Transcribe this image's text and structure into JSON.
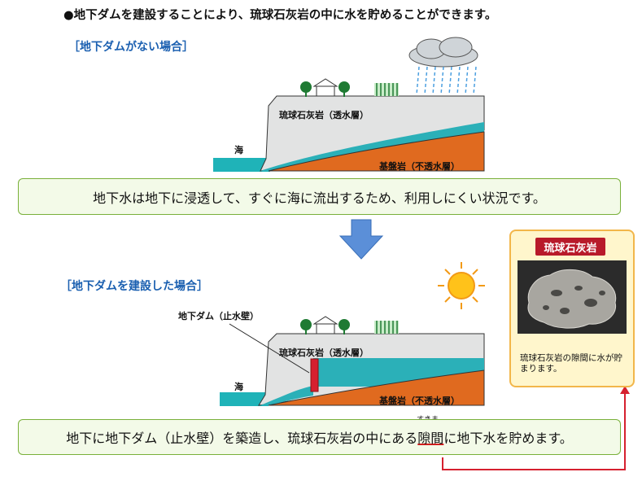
{
  "headline": "●地下ダムを建設することにより、琉球石灰岩の中に水を貯めることができます。",
  "scenario_without_dam": {
    "label": "［地下ダムがない場合］",
    "sea_label": "海",
    "limestone_label": "琉球石灰岩（透水層）",
    "bedrock_label": "基盤岩（不透水層）",
    "message": "地下水は地下に浸透して、すぐに海に流出するため、利用しにくい状況です。"
  },
  "scenario_with_dam": {
    "label": "［地下ダムを建設した場合］",
    "dam_label": "地下ダム（止水壁）",
    "sea_label": "海",
    "limestone_label": "琉球石灰岩（透水層）",
    "bedrock_label": "基盤岩（不透水層）",
    "message_before": "地下に地下ダム（止水壁）を築造し、琉球石灰岩の中にある",
    "message_highlight": "隙間",
    "message_after": "に地下水を貯めます。",
    "ruby": "すきま"
  },
  "photo_card": {
    "title": "琉球石灰岩",
    "caption": "琉球石灰岩の隙間に水が貯まります。"
  },
  "colors": {
    "limestone": "#e2e3e3",
    "bedrock": "#e06a1f",
    "groundwater": "#2bb0b8",
    "sea": "#1fb3b8",
    "dam": "#d6202f",
    "tree": "#1f7a33",
    "rain": "#4b9fe0",
    "arrow": "#5b8fd8",
    "sun": "#ffc21a",
    "pointer": "#d6202f",
    "label_blue": "#1a5fb0"
  },
  "icons": [
    "cloud-icon",
    "rain-icon",
    "tree-icon",
    "house-icon",
    "field-icon",
    "sun-icon",
    "down-arrow-icon"
  ]
}
